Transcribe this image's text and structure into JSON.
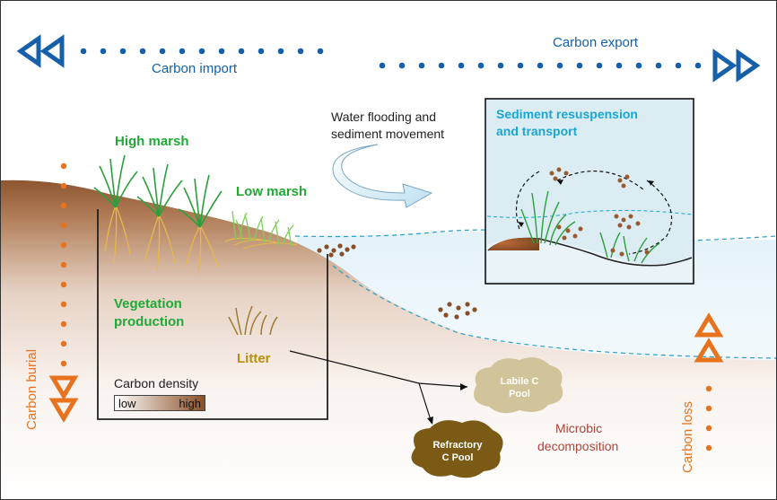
{
  "labels": {
    "carbon_import": "Carbon import",
    "carbon_export": "Carbon export",
    "water_flooding": "Water flooding and",
    "sediment_movement": "sediment movement",
    "sediment_resuspension": "Sediment resuspension",
    "and_transport": "and transport",
    "high_marsh": "High marsh",
    "low_marsh": "Low marsh",
    "vegetation": "Vegetation",
    "production": "production",
    "litter": "Litter",
    "carbon_density": "Carbon density",
    "low": "low",
    "high": "high",
    "labile_line1": "Labile C",
    "labile_line2": "Pool",
    "refractory_line1": "Refractory",
    "refractory_line2": "C Pool",
    "microbic": "Microbic",
    "decomposition": "decomposition",
    "carbon_burial": "Carbon burial",
    "carbon_loss": "Carbon loss"
  },
  "colors": {
    "import_export": "#1560a8",
    "marsh_green": "#22a836",
    "burial_orange": "#e8731e",
    "inset_title": "#1aa6d4",
    "decomposition_red": "#b0433a",
    "litter_gold": "#b8900e",
    "sediment_brown": "#8a4f27",
    "water_blue": "#dceef6"
  },
  "icons": {
    "import_arrow": "double-chevron-left-icon",
    "export_arrow": "double-chevron-right-icon",
    "burial_arrow": "double-chevron-down-icon",
    "loss_arrow": "double-chevron-up-icon",
    "flow_arrow": "curved-arrow-icon"
  }
}
